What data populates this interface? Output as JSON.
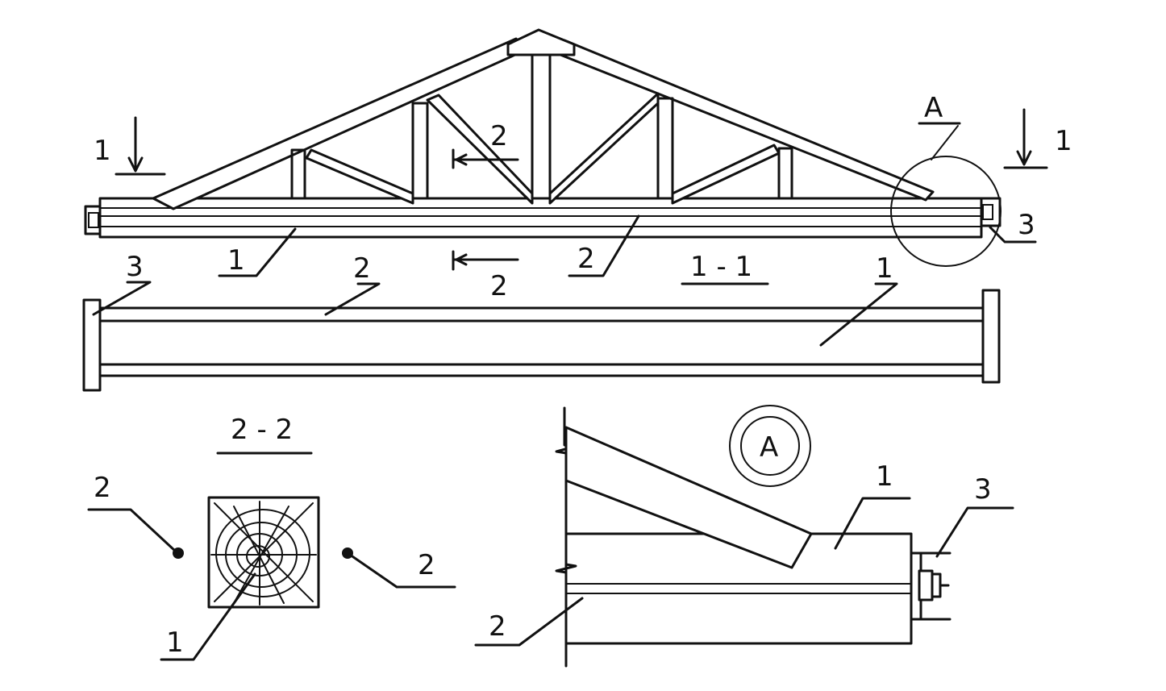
{
  "truss_elevation": {
    "section_mark_left": "1",
    "section_mark_right": "1",
    "detail_mark": "A",
    "cut_mark_top": "2",
    "cut_mark_bottom": "2",
    "callout_bottom_chord": "1",
    "callout_strand": "2",
    "callout_end_plate": "3"
  },
  "section_1_1": {
    "title": "1 - 1",
    "callout_end_plate": "3",
    "callout_strand": "2",
    "callout_beam": "1"
  },
  "section_2_2": {
    "title": "2 - 2",
    "callout_strand_left": "2",
    "callout_strand_right": "2",
    "callout_core": "1"
  },
  "detail_a": {
    "title": "A",
    "callout_beam": "1",
    "callout_strand": "2",
    "callout_anchor": "3"
  }
}
